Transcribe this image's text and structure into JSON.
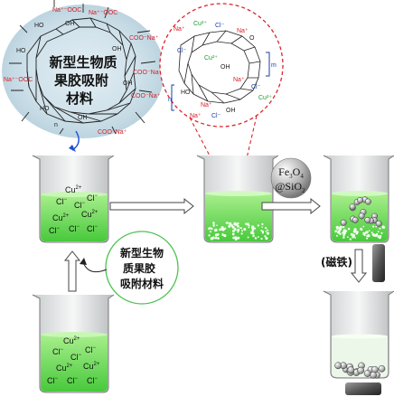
{
  "diagram": {
    "adsorbent_label_lines": [
      "新型生物质",
      "果胶吸附",
      "材料"
    ],
    "circle_label_lines": [
      "新型生物",
      "质果胶",
      "吸附材料"
    ],
    "fe3o4_base": "Fe",
    "fe3o4_sub1": "3",
    "fe3o4_mid": "O",
    "fe3o4_sub2": "4",
    "sio2_prefix": "@SiO",
    "sio2_sub": "2",
    "magnet_label": "(磁铁)",
    "ions": {
      "cu": "Cu",
      "cu_charge": "2+",
      "cl": "Cl",
      "cl_charge": "−"
    },
    "chem_labels": {
      "na_ooc": "Na⁺⁻OOC",
      "coo_na": "COO⁻Na⁺",
      "oh": "OH",
      "ho": "HO",
      "o": "O",
      "na_plus": "Na⁺",
      "cl_minus": "Cl⁻",
      "n": "n",
      "m": "m",
      "cu2": "Cu²⁺"
    }
  }
}
